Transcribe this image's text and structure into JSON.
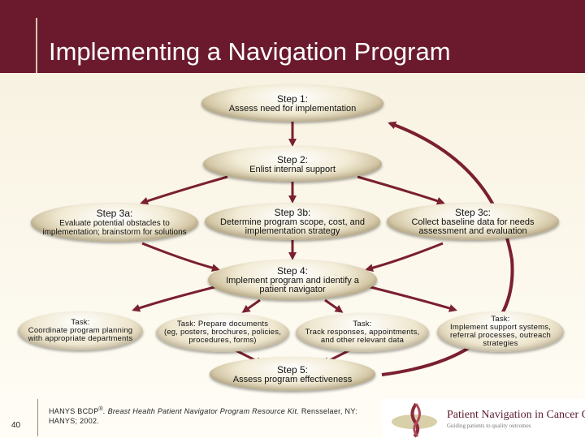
{
  "title": "Implementing a Navigation Program",
  "steps": {
    "step1": {
      "label": "Step 1:",
      "desc": "Assess need for implementation"
    },
    "step2": {
      "label": "Step 2:",
      "desc": "Enlist internal support"
    },
    "step3a": {
      "label": "Step 3a:",
      "desc": "Evaluate potential obstacles to implementation; brainstorm for solutions"
    },
    "step3b": {
      "label": "Step 3b:",
      "desc": "Determine program scope, cost, and implementation strategy"
    },
    "step3c": {
      "label": "Step 3c:",
      "desc": "Collect baseline data for needs assessment and evaluation"
    },
    "step4": {
      "label": "Step 4:",
      "desc": "Implement program and identify a patient navigator"
    },
    "step5": {
      "label": "Step 5:",
      "desc": "Assess program effectiveness"
    }
  },
  "tasks": {
    "t1": {
      "label": "Task:",
      "desc": "Coordinate program planning with appropriate departments"
    },
    "t2": {
      "label": "Task: Prepare documents",
      "desc": "(eg, posters, brochures, policies, procedures, forms)"
    },
    "t3": {
      "label": "Task:",
      "desc": "Track responses, appointments, and other relevant data"
    },
    "t4": {
      "label": "Task:",
      "desc": "Implement support systems, referral processes, outreach strategies"
    }
  },
  "footer": {
    "slide_number": "40",
    "citation_pre": "HANYS BCDP",
    "citation_sup": "®",
    "citation_title": ". Breast Health Patient Navigator Program Resource Kit.",
    "citation_post": " Rensselaer, NY: HANYS; 2002."
  },
  "logo": {
    "text": "Patient Navigation in Cancer Care",
    "tagline": "Guiding patients to quality outcomes"
  },
  "colors": {
    "header": "#6b1a2e",
    "arrow": "#7a2030",
    "node_fill": "#efe7cf"
  }
}
